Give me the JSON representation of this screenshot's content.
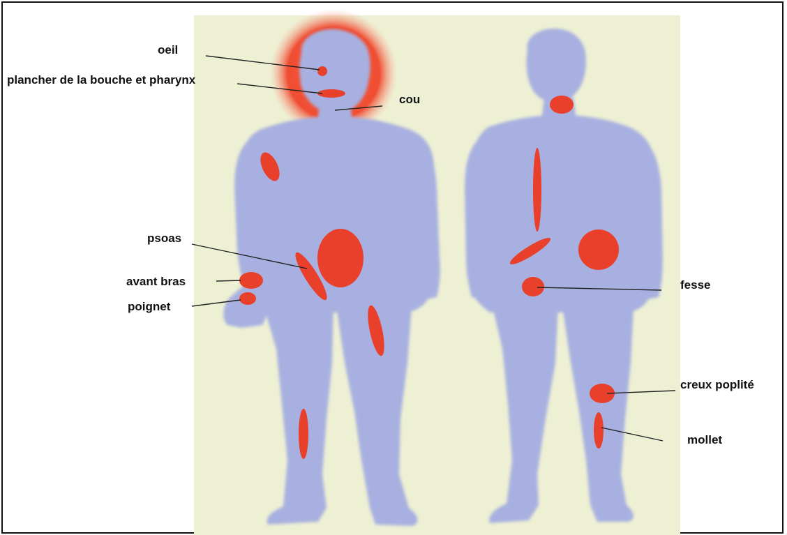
{
  "colors": {
    "background": "#ffffff",
    "panel": "#eef0d4",
    "body": "#a7b0e0",
    "lesion": "#e8402a",
    "glow": "#f25a3a",
    "leader": "#222222"
  },
  "labels": {
    "oeil": "oeil",
    "plancher": "plancher de la bouche et pharynx",
    "cou": "cou",
    "psoas": "psoas",
    "avant_bras": "avant bras",
    "poignet": "poignet",
    "fesse": "fesse",
    "creux_poplite": "creux poplité",
    "mollet": "mollet"
  }
}
